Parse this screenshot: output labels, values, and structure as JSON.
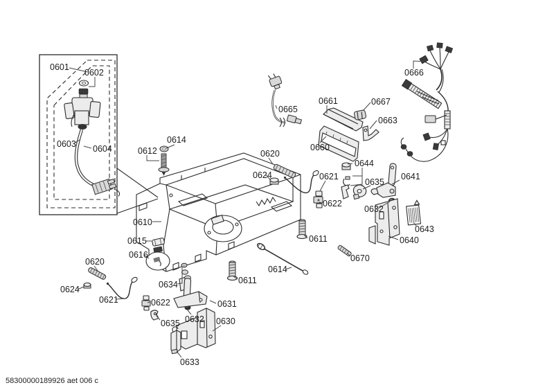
{
  "footer_code": "58300000189926 aet 006 c",
  "callouts": [
    {
      "text": "0601"
    },
    {
      "text": "0602"
    },
    {
      "text": "0603"
    },
    {
      "text": "0604"
    },
    {
      "text": "0612"
    },
    {
      "text": "0614"
    },
    {
      "text": "0610"
    },
    {
      "text": "0615"
    },
    {
      "text": "0616"
    },
    {
      "text": "0620"
    },
    {
      "text": "0624"
    },
    {
      "text": "0621"
    },
    {
      "text": "0622"
    },
    {
      "text": "0634"
    },
    {
      "text": "0635"
    },
    {
      "text": "0632"
    },
    {
      "text": "0631"
    },
    {
      "text": "0630"
    },
    {
      "text": "0633"
    },
    {
      "text": "0611"
    },
    {
      "text": "0614"
    },
    {
      "text": "0611"
    },
    {
      "text": "0620"
    },
    {
      "text": "0624"
    },
    {
      "text": "0621"
    },
    {
      "text": "0622"
    },
    {
      "text": "0665"
    },
    {
      "text": "0661"
    },
    {
      "text": "0667"
    },
    {
      "text": "0663"
    },
    {
      "text": "0660"
    },
    {
      "text": "0666"
    },
    {
      "text": "0644"
    },
    {
      "text": "0635"
    },
    {
      "text": "0641"
    },
    {
      "text": "0632"
    },
    {
      "text": "0643"
    },
    {
      "text": "0640"
    },
    {
      "text": "0670"
    }
  ]
}
